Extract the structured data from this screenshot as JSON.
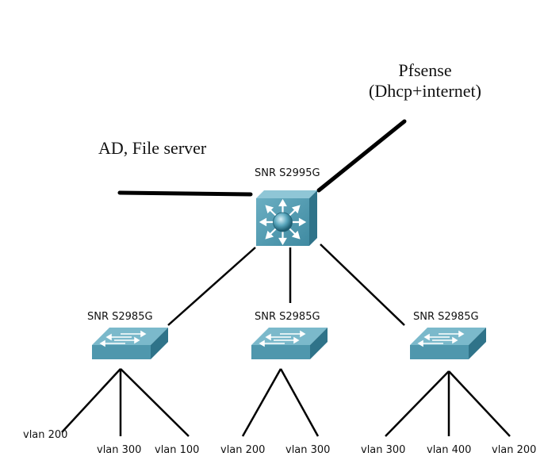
{
  "diagram": {
    "type": "network-topology",
    "external_nodes": [
      {
        "id": "ad",
        "label": "AD, File server"
      },
      {
        "id": "pfsense",
        "label_line1": "Pfsense",
        "label_line2": "(Dhcp+internet)"
      }
    ],
    "core_switch": {
      "id": "core",
      "label": "SNR S2995G",
      "kind": "layer3-switch"
    },
    "access_switches": [
      {
        "id": "sw1",
        "label": "SNR S2985G",
        "kind": "layer2-switch",
        "vlans": [
          "vlan 200",
          "vlan 300",
          "vlan 100"
        ]
      },
      {
        "id": "sw2",
        "label": "SNR S2985G",
        "kind": "layer2-switch",
        "vlans": [
          "vlan 200",
          "vlan 300"
        ]
      },
      {
        "id": "sw3",
        "label": "SNR S2985G",
        "kind": "layer2-switch",
        "vlans": [
          "vlan 300",
          "vlan 400",
          "vlan 200"
        ]
      }
    ],
    "links": [
      {
        "from": "ad",
        "to": "core"
      },
      {
        "from": "pfsense",
        "to": "core"
      },
      {
        "from": "core",
        "to": "sw1"
      },
      {
        "from": "core",
        "to": "sw2"
      },
      {
        "from": "core",
        "to": "sw3"
      },
      {
        "from": "sw1",
        "to": "vlan 200"
      },
      {
        "from": "sw1",
        "to": "vlan 300"
      },
      {
        "from": "sw1",
        "to": "vlan 100"
      },
      {
        "from": "sw2",
        "to": "vlan 200"
      },
      {
        "from": "sw2",
        "to": "vlan 300"
      },
      {
        "from": "sw3",
        "to": "vlan 300"
      },
      {
        "from": "sw3",
        "to": "vlan 400"
      },
      {
        "from": "sw3",
        "to": "vlan 200"
      }
    ],
    "colors": {
      "device_face": "#4f97ad",
      "device_side": "#2f7389",
      "device_top": "#7bb9cb",
      "line": "#000000"
    }
  }
}
